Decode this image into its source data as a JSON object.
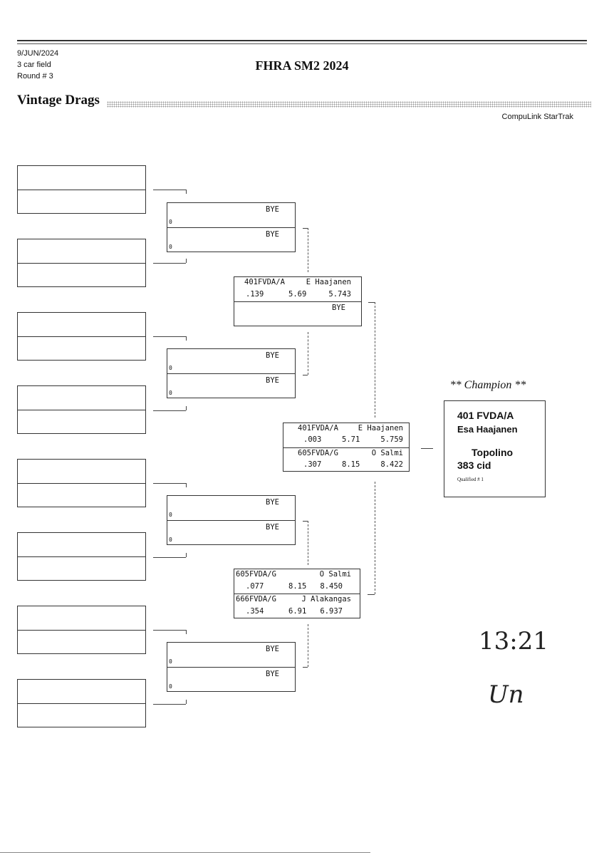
{
  "header": {
    "date": "9/JUN/2024",
    "field": "3 car field",
    "round": "Round # 3",
    "title": "FHRA SM2 2024",
    "class_name": "Vintage Drags",
    "vendor": "CompuLink StarTrak"
  },
  "round2": [
    {
      "top": "BYE",
      "bottom": "BYE",
      "top_zero": "0",
      "bottom_zero": "0"
    },
    {
      "top": "BYE",
      "bottom": "BYE",
      "top_zero": "0",
      "bottom_zero": "0"
    },
    {
      "top": "BYE",
      "bottom": "BYE",
      "top_zero": "0",
      "bottom_zero": "0"
    },
    {
      "top": "BYE",
      "bottom": "BYE",
      "top_zero": "0",
      "bottom_zero": "0"
    }
  ],
  "round3": [
    {
      "top": {
        "car": "401FVDA/A",
        "name": "E Haajanen",
        "rt": ".139",
        "et": "5.69",
        "dial": "5.743"
      },
      "bottom_bye": "BYE"
    },
    {
      "top": {
        "car": "605FVDA/G",
        "name": "O Salmi",
        "rt": ".077",
        "et": "8.15",
        "dial": "8.450"
      },
      "bottom": {
        "car": "666FVDA/G",
        "name": "J Alakangas",
        "rt": ".354",
        "et": "6.91",
        "dial": "6.937"
      }
    }
  ],
  "final": {
    "top": {
      "car": "401FVDA/A",
      "name": "E Haajanen",
      "rt": ".003",
      "et": "5.71",
      "dial": "5.759"
    },
    "bottom": {
      "car": "605FVDA/G",
      "name": "O Salmi",
      "rt": ".307",
      "et": "8.15",
      "dial": "8.422"
    }
  },
  "champion": {
    "label": "** Champion **",
    "car": "401 FVDA/A",
    "driver": "Esa Haajanen",
    "vehicle": "Topolino",
    "engine": "383 cid",
    "qualified": "Qualified # 1"
  },
  "handwriting": {
    "time": "13:21",
    "initials": "Un"
  }
}
